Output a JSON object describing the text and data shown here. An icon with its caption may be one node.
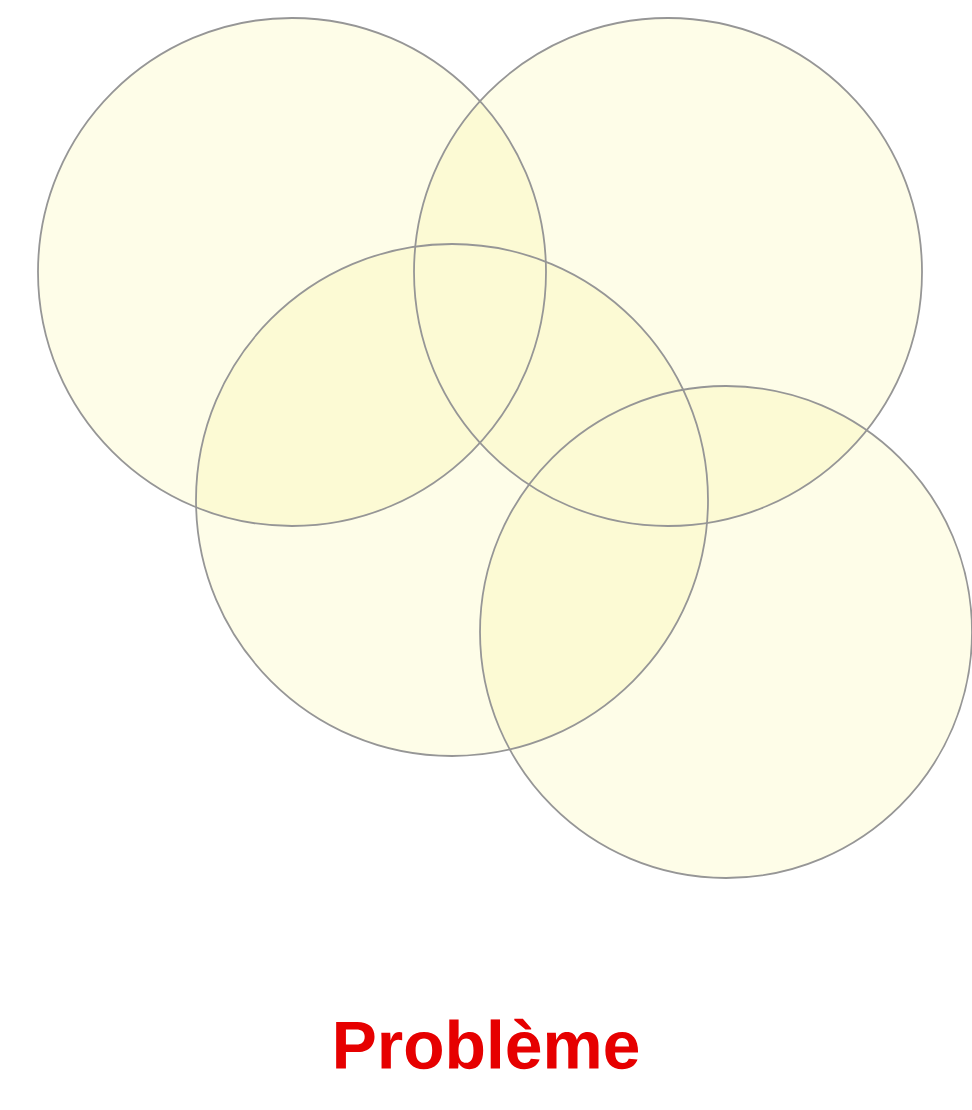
{
  "diagram": {
    "caption": "Problème",
    "nodes": [
      {
        "text": [],
        "shape": "circle"
      },
      {
        "text": [],
        "shape": "circle"
      },
      {
        "text": [],
        "shape": "circle"
      },
      {
        "text": [],
        "shape": "circle"
      }
    ]
  }
}
